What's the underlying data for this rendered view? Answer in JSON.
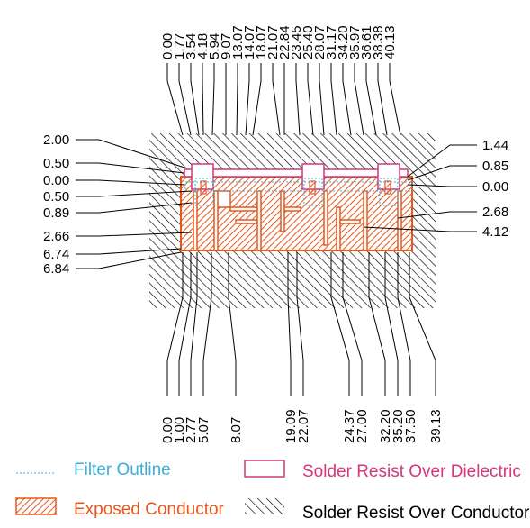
{
  "top_labels": [
    "0.00",
    "1.77",
    "3.54",
    "4.18",
    "5.94",
    "9.07",
    "13.07",
    "14.07",
    "18.07",
    "21.07",
    "22.84",
    "23.45",
    "25.40",
    "28.07",
    "31.17",
    "34.20",
    "35.97",
    "36.61",
    "38.38",
    "40.13"
  ],
  "bottom_labels": [
    "0.00",
    "1.00",
    "2.77",
    "5.07",
    "8.07",
    "19.09",
    "22.07",
    "24.37",
    "27.00",
    "32.20",
    "35.20",
    "37.50",
    "39.13"
  ],
  "left_labels": [
    "2.00",
    "0.50",
    "0.00",
    "0.50",
    "0.89",
    "2.66",
    "6.74",
    "6.84"
  ],
  "right_labels": [
    "1.44",
    "0.85",
    "0.00",
    "2.68",
    "4.12"
  ],
  "legend": {
    "filter_outline": "Filter Outline",
    "solder_resist_dielectric": "Solder Resist Over Dielectric",
    "exposed_conductor": "Exposed Conductor",
    "solder_resist_conductor": "Solder Resist Over Conductor"
  },
  "colors": {
    "filter_outline": "#3ab0d8",
    "solder_resist_dielectric": "#d4377a",
    "exposed_conductor": "#e8571c",
    "solder_resist_conductor": "#000000"
  }
}
